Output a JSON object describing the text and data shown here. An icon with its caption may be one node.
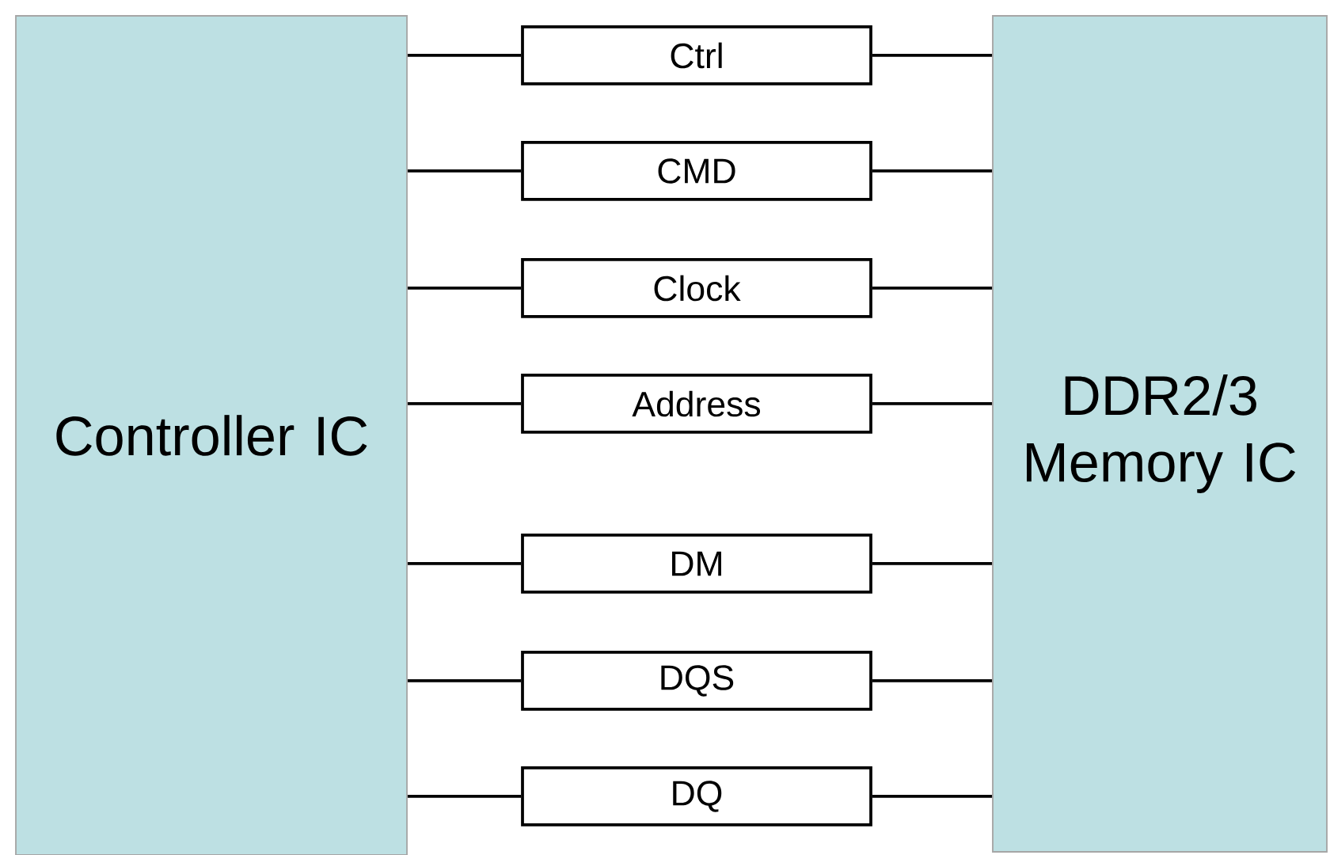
{
  "diagram": {
    "nodes": [
      {
        "text": [
          "Controller IC"
        ]
      },
      {
        "text": [
          "Ctrl"
        ]
      },
      {
        "text": [
          "CMD"
        ]
      },
      {
        "text": [
          "Clock"
        ]
      },
      {
        "text": [
          "Address"
        ]
      },
      {
        "text": [
          "DM"
        ]
      },
      {
        "text": [
          "DQS"
        ]
      },
      {
        "text": [
          "DQ"
        ]
      },
      {
        "text": [
          "DDR2/3 Memory IC"
        ]
      }
    ],
    "edges": [
      {
        "from": 0,
        "to": 1,
        "arrow": "none"
      },
      {
        "from": 1,
        "to": 8,
        "arrow": "none"
      },
      {
        "from": 0,
        "to": 2,
        "arrow": "none"
      },
      {
        "from": 2,
        "to": 8,
        "arrow": "none"
      },
      {
        "from": 0,
        "to": 3,
        "arrow": "none"
      },
      {
        "from": 3,
        "to": 8,
        "arrow": "none"
      },
      {
        "from": 0,
        "to": 4,
        "arrow": "none"
      },
      {
        "from": 4,
        "to": 8,
        "arrow": "none"
      },
      {
        "from": 0,
        "to": 5,
        "arrow": "none"
      },
      {
        "from": 5,
        "to": 8,
        "arrow": "none"
      },
      {
        "from": 0,
        "to": 6,
        "arrow": "none"
      },
      {
        "from": 6,
        "to": 8,
        "arrow": "none"
      },
      {
        "from": 0,
        "to": 7,
        "arrow": "none"
      },
      {
        "from": 7,
        "to": 8,
        "arrow": "none"
      }
    ]
  }
}
